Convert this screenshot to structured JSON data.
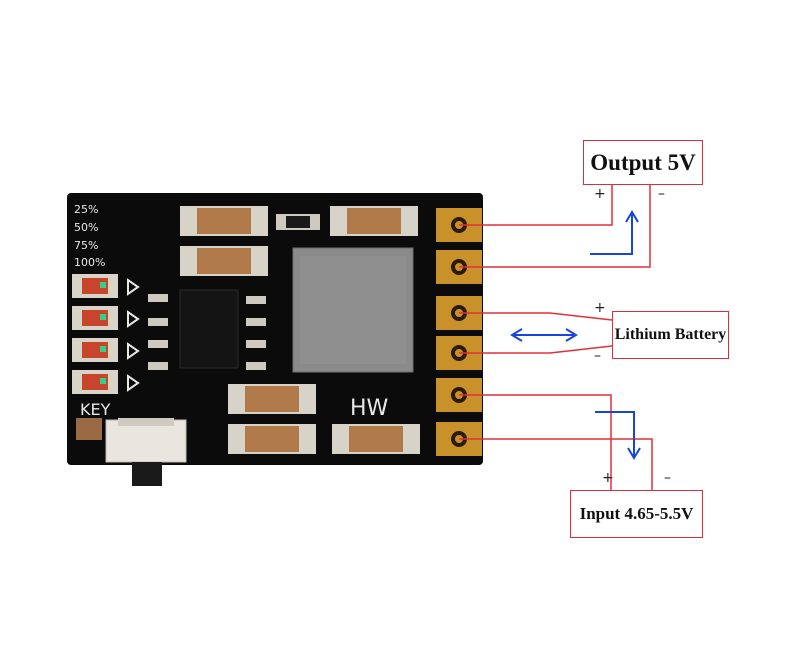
{
  "board": {
    "silk_brand": "HW",
    "silk_key": "KEY",
    "silk_percentages": [
      "25%",
      "50%",
      "75%",
      "100%"
    ]
  },
  "labels": {
    "output": "Output 5V",
    "battery": "Lithium Battery",
    "input": "Input 4.65-5.5V"
  },
  "signs": {
    "output_plus": "+",
    "output_minus": "–",
    "battery_plus": "+",
    "battery_minus": "–",
    "input_plus": "+",
    "input_minus": "–"
  },
  "colors": {
    "wire": "#e0303a",
    "arrow": "#1846d8",
    "pcb": "#0b0b0b",
    "pad": "#c9912a",
    "led": "#2fd08a",
    "inductor": "#8a8a8a",
    "capacitor": "#b07a4a"
  }
}
